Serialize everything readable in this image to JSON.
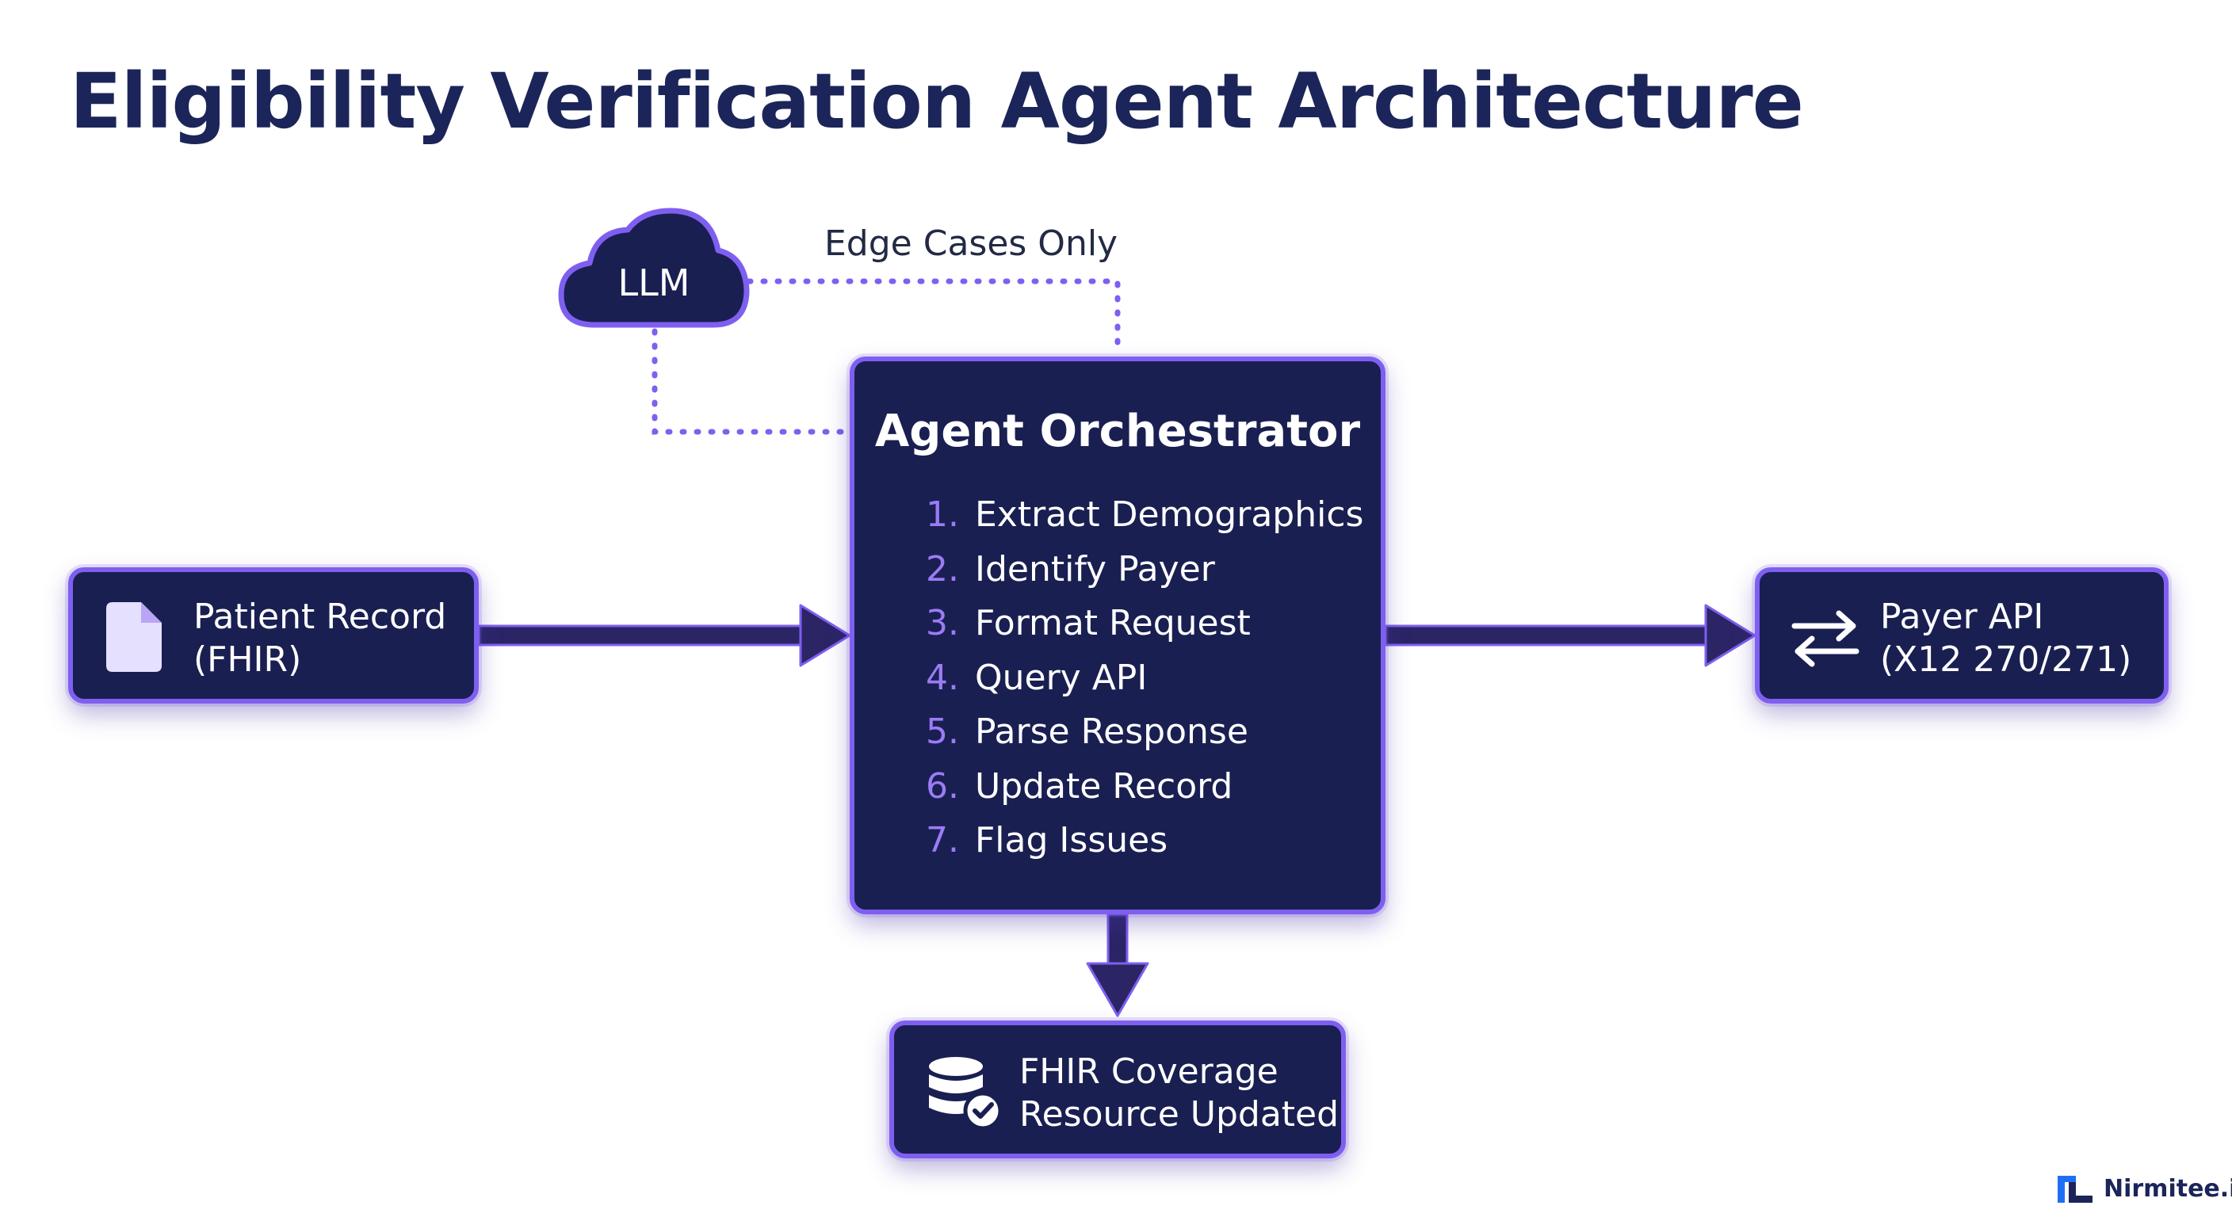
{
  "title": "Eligibility Verification Agent Architecture",
  "llm": {
    "label": "LLM"
  },
  "edge_cases_label": "Edge Cases Only",
  "patient_record": {
    "line1": "Patient Record",
    "line2": "(FHIR)",
    "icon": "document-icon"
  },
  "orchestrator": {
    "title": "Agent Orchestrator",
    "steps": [
      {
        "num": "1.",
        "label": "Extract Demographics"
      },
      {
        "num": "2.",
        "label": "Identify Payer"
      },
      {
        "num": "3.",
        "label": "Format Request"
      },
      {
        "num": "4.",
        "label": "Query API"
      },
      {
        "num": "5.",
        "label": "Parse Response"
      },
      {
        "num": "6.",
        "label": "Update Record"
      },
      {
        "num": "7.",
        "label": "Flag Issues"
      }
    ]
  },
  "payer_api": {
    "line1": "Payer API",
    "line2": "(X12 270/271)",
    "icon": "swap-arrows-icon"
  },
  "coverage": {
    "line1": "FHIR Coverage",
    "line2": "Resource Updated",
    "icon": "database-check-icon"
  },
  "brand": {
    "name": "Nirmitee.io",
    "icon": "nirmitee-logo-icon"
  },
  "colors": {
    "node_fill": "#1a1f52",
    "node_border": "#7f5ff0",
    "arrow": "#2b2566",
    "dotted": "#7f5ff0",
    "title": "#1b2559",
    "step_number": "#9b7cf5"
  }
}
